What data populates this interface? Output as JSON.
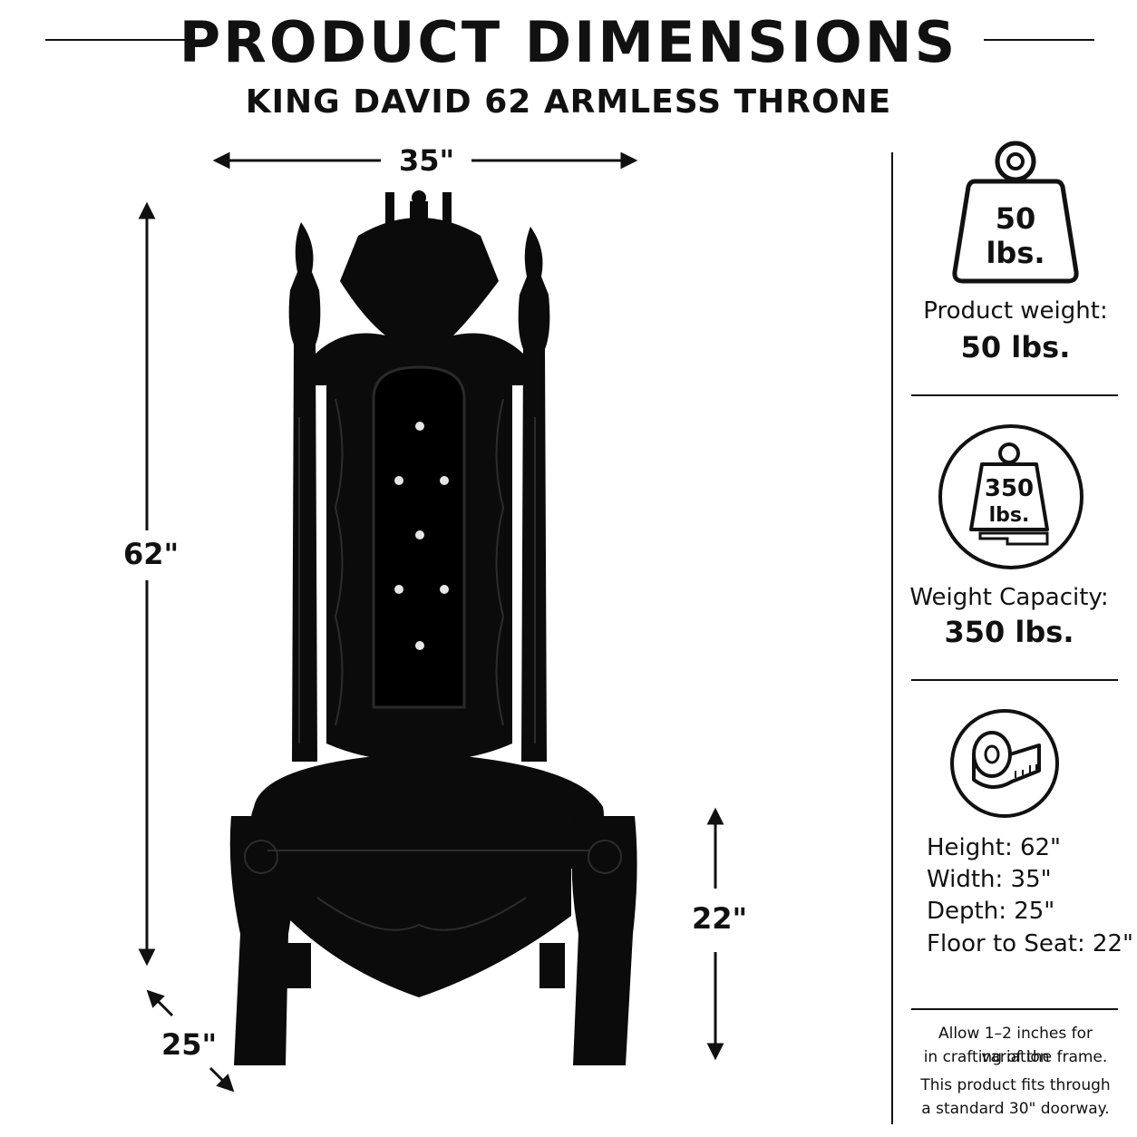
{
  "header": {
    "title": "PRODUCT DIMENSIONS",
    "subtitle": "KING DAVID 62 ARMLESS THRONE"
  },
  "dimensions": {
    "width_label": "35\"",
    "height_label": "62\"",
    "seat_label": "22\"",
    "depth_label": "25\""
  },
  "weight_panel": {
    "icon": "weight-icon",
    "icon_value": "50",
    "icon_unit": "lbs.",
    "label": "Product weight:",
    "value": "50 lbs."
  },
  "capacity_panel": {
    "icon": "capacity-weight-icon",
    "icon_value": "350",
    "icon_unit": "lbs.",
    "label": "Weight Capacity:",
    "value": "350 lbs."
  },
  "measure_panel": {
    "icon": "tape-measure-icon",
    "specs": [
      "Height: 62\"",
      "Width: 35\"",
      "Depth: 25\"",
      "Floor to Seat: 22\""
    ]
  },
  "notes": {
    "line1": "Allow 1–2 inches for variation",
    "line2": "in crafting of the frame.",
    "line3": "This product fits through",
    "line4": "a standard 30\" doorway."
  }
}
